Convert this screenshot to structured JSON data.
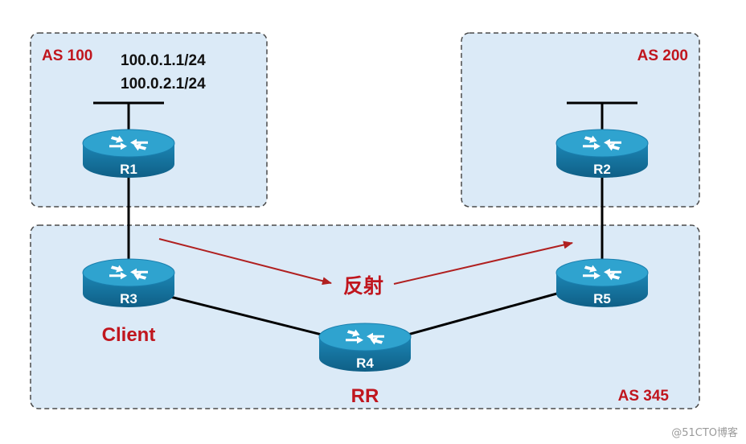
{
  "as_areas": {
    "as100": {
      "label": "AS 100",
      "prefixes": [
        "100.0.1.1/24",
        "100.0.2.1/24"
      ]
    },
    "as200": {
      "label": "AS 200"
    },
    "as345": {
      "label": "AS 345"
    }
  },
  "routers": {
    "r1": {
      "name": "R1"
    },
    "r2": {
      "name": "R2"
    },
    "r3": {
      "name": "R3",
      "role": "Client"
    },
    "r4": {
      "name": "R4",
      "role": "RR"
    },
    "r5": {
      "name": "R5"
    }
  },
  "reflection_label": "反射",
  "watermark": "@51CTO博客",
  "colors": {
    "as_fill": "#dbeaf7",
    "router_body": "#1a7fae",
    "router_top": "#2fa3cf",
    "label_red": "#c0161e",
    "arrow_red": "#b02020"
  }
}
